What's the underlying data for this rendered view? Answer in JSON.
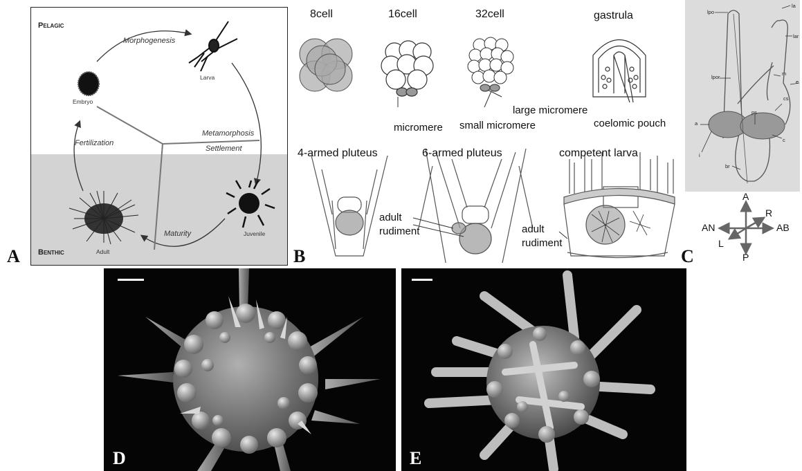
{
  "panels": {
    "A": {
      "letter": "A",
      "pelagic": "Pelagic",
      "benthic": "Benthic",
      "stages": {
        "embryo": "Embryo",
        "larva": "Larva",
        "juvenile": "Juvenile",
        "adult": "Adult"
      },
      "processes": {
        "morphogenesis": "Morphogenesis",
        "fertilization": "Fertilization",
        "metamorphosis": "Metamorphosis",
        "settlement": "Settlement",
        "maturity": "Maturity"
      }
    },
    "B": {
      "letter": "B",
      "top_titles": [
        "8cell",
        "16cell",
        "32cell",
        "gastrula"
      ],
      "labels": {
        "micromere": "micromere",
        "large_micromere": "large micromere",
        "small_micromere": "small micromere",
        "coelomic_pouch": "coelomic pouch"
      },
      "bottom_titles": [
        "4-armed pluteus",
        "6-armed pluteus",
        "competent larva"
      ],
      "adult_rudiment_1": [
        "adult",
        "rudiment"
      ],
      "adult_rudiment_2": [
        "adult",
        "rudiment"
      ]
    },
    "C": {
      "letter": "C",
      "labels": {
        "lpo": "lpo",
        "la": "la",
        "lar": "lar",
        "m": "m",
        "e": "e",
        "lpor": "lpor",
        "cs": "cs",
        "ps": "ps",
        "a": "a",
        "i": "i",
        "br": "br",
        "c": "c"
      },
      "axes": {
        "A": "A",
        "P": "P",
        "AN": "AN",
        "AB": "AB",
        "R": "R",
        "L": "L"
      }
    },
    "D": {
      "letter": "D"
    },
    "E": {
      "letter": "E"
    }
  }
}
